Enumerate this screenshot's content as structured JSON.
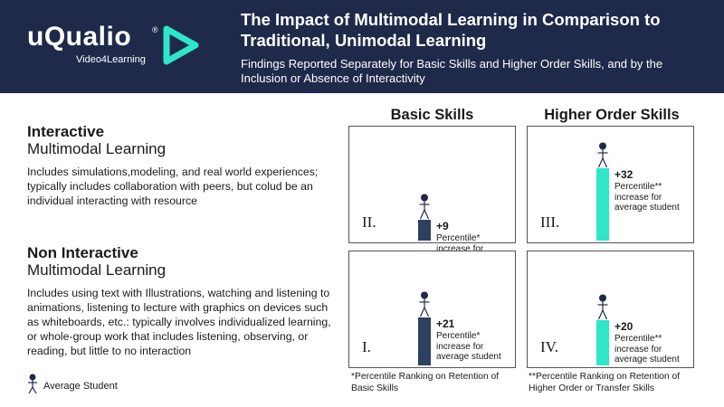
{
  "brand": {
    "name": "uQualio",
    "registered": "®",
    "tagline": "Video4Learning",
    "accent_color": "#2ee6c8"
  },
  "header": {
    "title": "The Impact of Multimodal Learning in Comparison to Traditional, Unimodal Learning",
    "subtitle": "Findings Reported Separately for Basic Skills and Higher Order Skills, and by the Inclusion or Absence of Interactivity",
    "background_color": "#1f2a4a"
  },
  "sections": [
    {
      "heading_bold": "Interactive",
      "heading": "Multimodal Learning",
      "body": "Includes simulations,modeling, and real world experiences; typically includes collaboration with peers, but colud be an individual interacting with resource"
    },
    {
      "heading_bold": "Non Interactive",
      "heading": "Multimodal Learning",
      "body": "Includes using text with Illustrations, watching and listening to animations, listening to lecture with graphics on devices such as whiteboards, etc.: typically involves individualized learning, or whole-group work that includes listening, observing, or reading, but little to no interaction"
    }
  ],
  "legend": {
    "label": "Average Student",
    "icon": "stick-figure-icon"
  },
  "chart_data": {
    "type": "bar",
    "columns": [
      "Basic Skills",
      "Higher Order Skills"
    ],
    "rows": [
      "Interactive Multimodal Learning",
      "Non Interactive Multimodal Learning"
    ],
    "y_unit": "percentile increase for average student",
    "ylim": [
      0,
      35
    ],
    "panels": [
      {
        "numeral": "II.",
        "column": "Basic Skills",
        "row": "Interactive",
        "value": 9,
        "value_label": "+9",
        "desc": "Percentile* increase for average student",
        "color": "#2d4060"
      },
      {
        "numeral": "III.",
        "column": "Higher Order Skills",
        "row": "Interactive",
        "value": 32,
        "value_label": "+32",
        "desc": "Percentile** increase for average student",
        "color": "#2ee6c8"
      },
      {
        "numeral": "I.",
        "column": "Basic Skills",
        "row": "Non Interactive",
        "value": 21,
        "value_label": "+21",
        "desc": "Percentile* increase for average student",
        "color": "#2d4060"
      },
      {
        "numeral": "IV.",
        "column": "Higher Order Skills",
        "row": "Non Interactive",
        "value": 20,
        "value_label": "+20",
        "desc": "Percentile** increase for average student",
        "color": "#2ee6c8"
      }
    ],
    "footnotes": [
      "*Percentile Ranking on Retention of Basic Skills",
      "**Percentile Ranking on Retention of Higher Order or Transfer Skills"
    ]
  }
}
